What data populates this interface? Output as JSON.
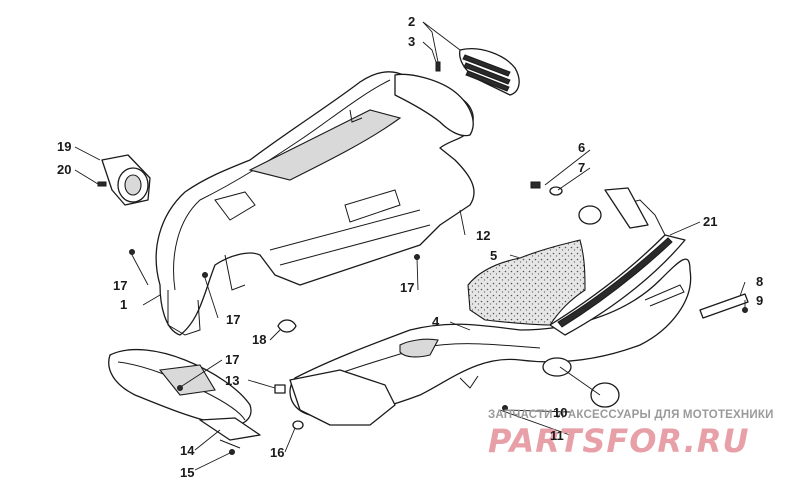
{
  "callouts": {
    "c1": "1",
    "c2": "2",
    "c3": "3",
    "c4": "4",
    "c5": "5",
    "c6": "6",
    "c7": "7",
    "c8": "8",
    "c9": "9",
    "c10": "10",
    "c11": "11",
    "c12": "12",
    "c13": "13",
    "c14": "14",
    "c15": "15",
    "c16": "16",
    "c17a": "17",
    "c17b": "17",
    "c17c": "17",
    "c17d": "17",
    "c18": "18",
    "c19": "19",
    "c20": "20",
    "c21": "21"
  },
  "watermark": {
    "tagline": "ЗАПЧАСТИ И АКСЕССУАРЫ ДЛЯ МОТОТЕХНИКИ",
    "brand": "PARTSFOR.RU"
  }
}
